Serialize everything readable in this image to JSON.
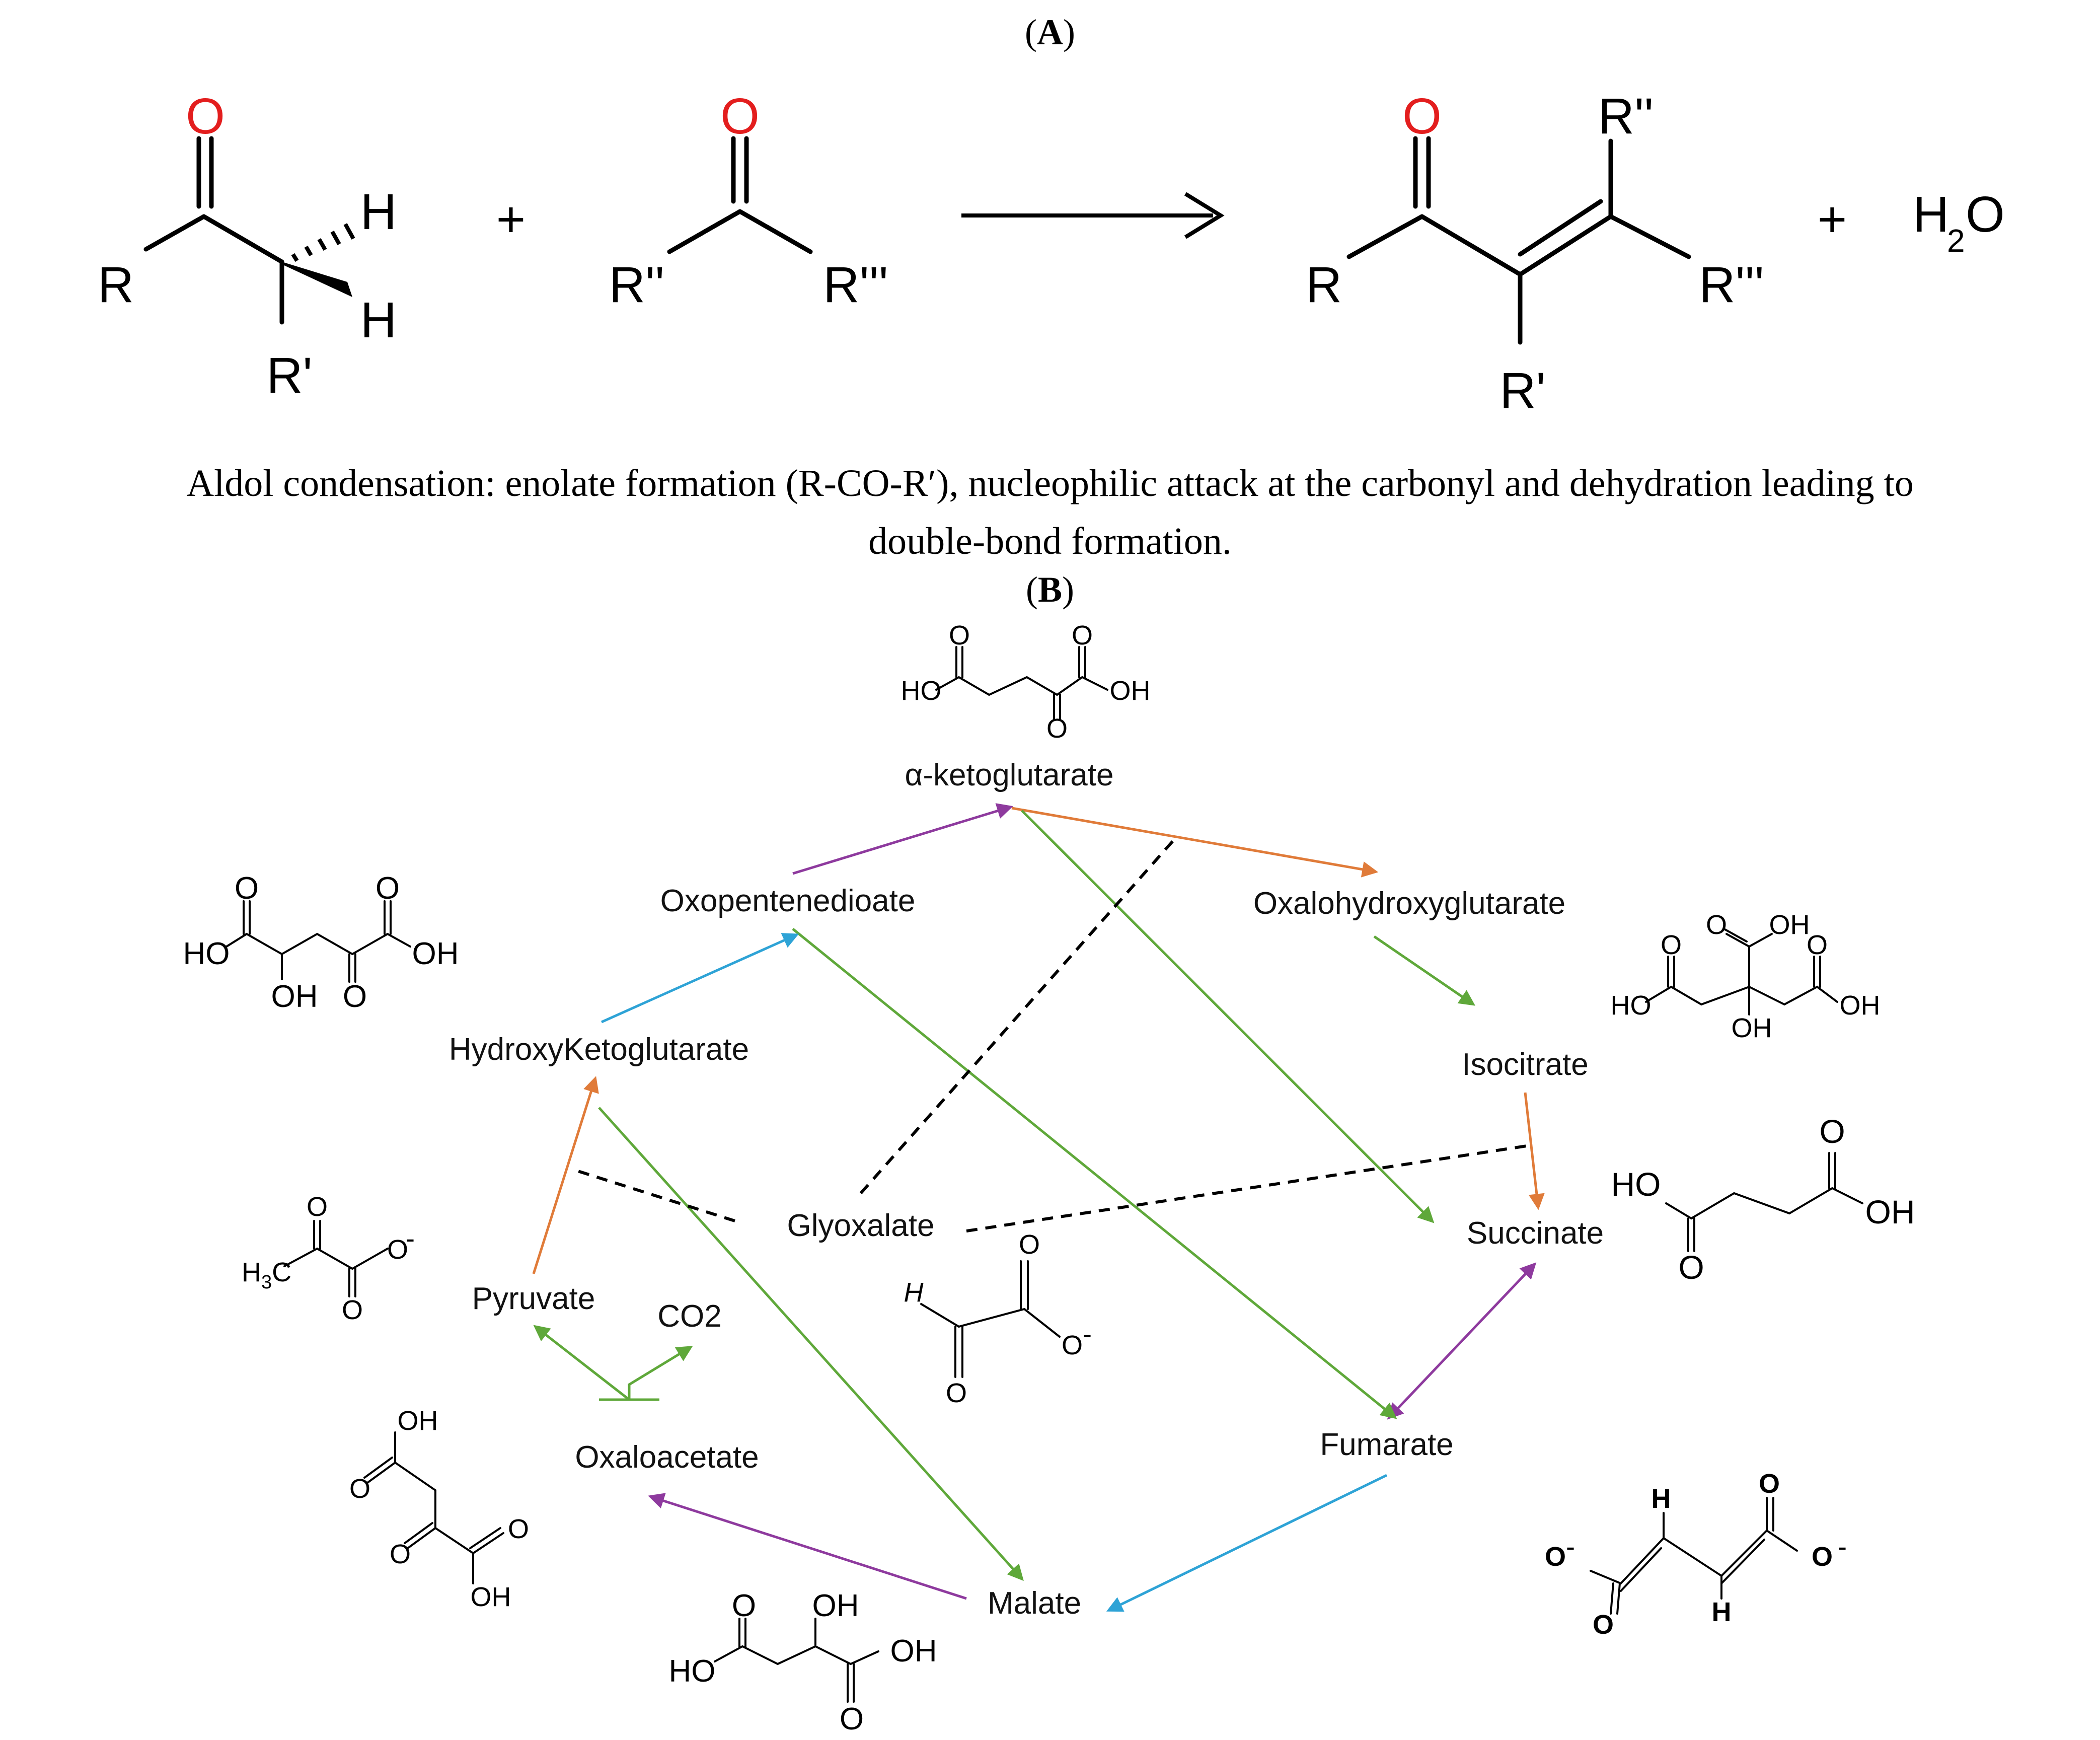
{
  "panel_a": {
    "label_open": "(",
    "label_letter": "A",
    "label_close": ")",
    "atoms": {
      "O": "O",
      "R": "R",
      "R1": "R'",
      "R2": "R''",
      "R3": "R'''",
      "H": "H",
      "H2O_H": "H",
      "H2O_sub": "2",
      "H2O_O": "O",
      "plus": "+"
    },
    "caption_line1": "Aldol condensation: enolate formation (R-CO-R′), nucleophilic attack at the carbonyl and dehydration leading to",
    "caption_line2": "double-bond formation."
  },
  "panel_b": {
    "label_open": "(",
    "label_letter": "B",
    "label_close": ")",
    "nodes": {
      "aketoglutarate": "α-ketoglutarate",
      "oxopentenedioate": "Oxopentenedioate",
      "oxalohydroxyglutarate": "Oxalohydroxyglutarate",
      "hydroxyketoglutarate": "HydroxyKetoglutarate",
      "isocitrate": "Isocitrate",
      "glyoxalate": "Glyoxalate",
      "succinate": "Succinate",
      "pyruvate": "Pyruvate",
      "co2": "CO2",
      "fumarate": "Fumarate",
      "oxaloacetate": "Oxaloacetate",
      "malate": "Malate"
    },
    "structure_labels": {
      "HO": "HO",
      "OH": "OH",
      "O": "O",
      "H": "H",
      "Ominus": "O",
      "minus": "-",
      "H3C": "H",
      "H3C_sub": "3",
      "H3C_C": "C"
    },
    "edge_colors": {
      "purple": "#8e3a9e",
      "orange": "#e07b39",
      "green": "#5fa83a",
      "blue": "#2ea3d6",
      "dashed": "#000000"
    }
  }
}
